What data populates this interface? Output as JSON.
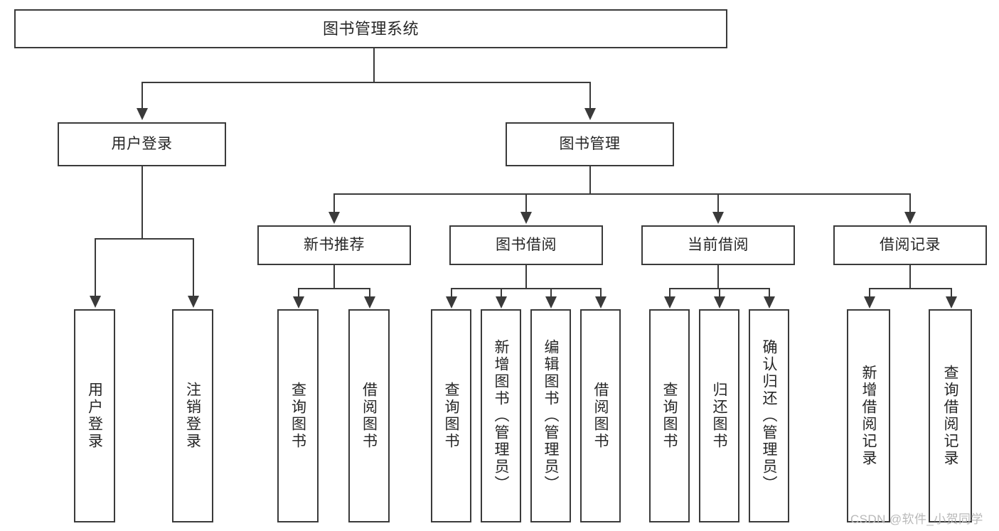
{
  "diagram": {
    "title": "图书管理系统",
    "type": "tree",
    "watermark": "CSDN @软件_小贺同学",
    "colors": {
      "stroke": "#3a3a3a",
      "fill": "#ffffff",
      "text": "#262626",
      "watermark": "#b9b9b9"
    },
    "root": {
      "label": "图书管理系统"
    },
    "level2": [
      {
        "label": "用户登录"
      },
      {
        "label": "图书管理"
      }
    ],
    "level3": [
      {
        "label": "新书推荐"
      },
      {
        "label": "图书借阅"
      },
      {
        "label": "当前借阅"
      },
      {
        "label": "借阅记录"
      }
    ],
    "leaves": {
      "user_login": [
        {
          "label": "用户登录"
        },
        {
          "label": "注销登录"
        }
      ],
      "new_book_recommend": [
        {
          "label": "查询图书"
        },
        {
          "label": "借阅图书"
        }
      ],
      "book_borrow": [
        {
          "label": "查询图书"
        },
        {
          "label": "新增图书（管理员）"
        },
        {
          "label": "编辑图书（管理员）"
        },
        {
          "label": "借阅图书"
        }
      ],
      "current_borrow": [
        {
          "label": "查询图书"
        },
        {
          "label": "归还图书"
        },
        {
          "label": "确认归还（管理员）"
        }
      ],
      "borrow_record": [
        {
          "label": "新增借阅记录"
        },
        {
          "label": "查询借阅记录"
        }
      ]
    }
  }
}
